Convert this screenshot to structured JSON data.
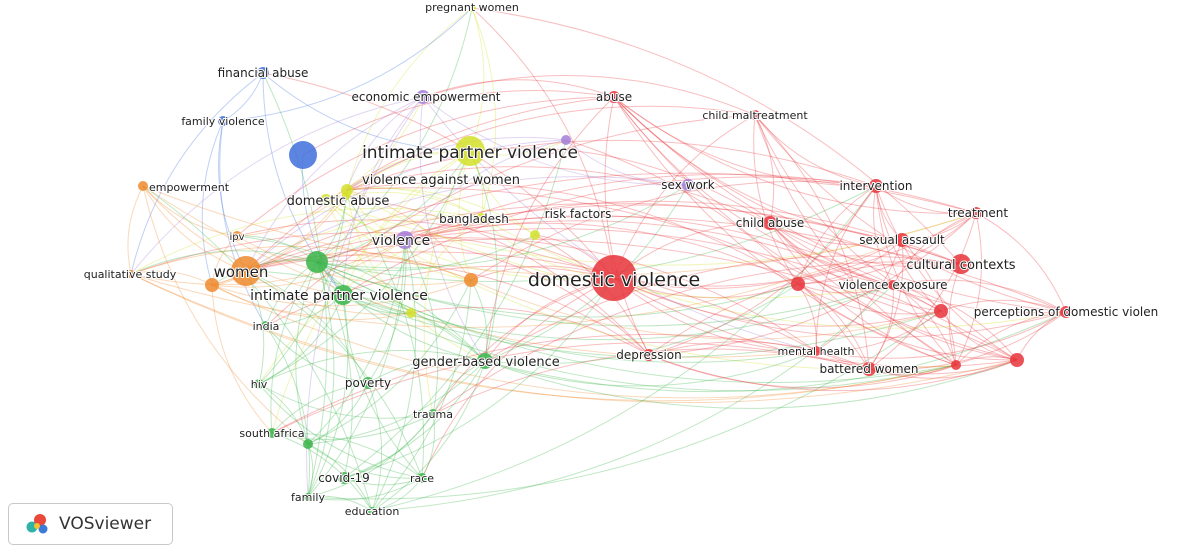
{
  "app": {
    "logo_text": "VOSviewer"
  },
  "clusters": {
    "red": "#e8343b",
    "green": "#38b449",
    "blue": "#3f6fdc",
    "yellow": "#d4e02a",
    "purple": "#a57ed8",
    "orange": "#ee8a2d"
  },
  "nodes": [
    {
      "id": "dv",
      "label": "domestic violence",
      "cluster": "red",
      "weight": 10
    },
    {
      "id": "ipv1",
      "label": "intimate partner violence",
      "cluster": "yellow",
      "weight": 7
    },
    {
      "id": "vaw",
      "label": "violence against women",
      "cluster": "yellow",
      "weight": 4
    },
    {
      "id": "da",
      "label": "domestic abuse",
      "cluster": "yellow",
      "weight": 4
    },
    {
      "id": "bang",
      "label": "bangladesh",
      "cluster": "yellow",
      "weight": 3
    },
    {
      "id": "risk",
      "label": "risk factors",
      "cluster": "yellow",
      "weight": 3
    },
    {
      "id": "preg",
      "label": "pregnant women",
      "cluster": "yellow",
      "weight": 2
    },
    {
      "id": "y1",
      "label": "",
      "cluster": "yellow",
      "weight": 2
    },
    {
      "id": "y2",
      "label": "",
      "cluster": "yellow",
      "weight": 2
    },
    {
      "id": "fin",
      "label": "financial abuse",
      "cluster": "blue",
      "weight": 3
    },
    {
      "id": "famv",
      "label": "family violence",
      "cluster": "blue",
      "weight": 2
    },
    {
      "id": "b1",
      "label": "",
      "cluster": "blue",
      "weight": 5
    },
    {
      "id": "econ",
      "label": "economic empowerment",
      "cluster": "purple",
      "weight": 3
    },
    {
      "id": "viol",
      "label": "violence",
      "cluster": "purple",
      "weight": 4
    },
    {
      "id": "sex",
      "label": "sex work",
      "cluster": "purple",
      "weight": 3
    },
    {
      "id": "p1",
      "label": "",
      "cluster": "purple",
      "weight": 2
    },
    {
      "id": "emp",
      "label": "empowerment",
      "cluster": "orange",
      "weight": 2
    },
    {
      "id": "ipv_o",
      "label": "ipv",
      "cluster": "orange",
      "weight": 2
    },
    {
      "id": "women",
      "label": "women",
      "cluster": "orange",
      "weight": 5
    },
    {
      "id": "qual",
      "label": "qualitative study",
      "cluster": "orange",
      "weight": 2
    },
    {
      "id": "o1",
      "label": "",
      "cluster": "orange",
      "weight": 3
    },
    {
      "id": "o2",
      "label": "",
      "cluster": "orange",
      "weight": 3
    },
    {
      "id": "ipv2",
      "label": "intimate partner violence",
      "cluster": "green",
      "weight": 4
    },
    {
      "id": "g1",
      "label": "",
      "cluster": "green",
      "weight": 5
    },
    {
      "id": "india",
      "label": "india",
      "cluster": "green",
      "weight": 2
    },
    {
      "id": "gbv",
      "label": "gender-based violence",
      "cluster": "green",
      "weight": 4
    },
    {
      "id": "hiv",
      "label": "hiv",
      "cluster": "green",
      "weight": 2
    },
    {
      "id": "pov",
      "label": "poverty",
      "cluster": "green",
      "weight": 3
    },
    {
      "id": "trauma",
      "label": "trauma",
      "cluster": "green",
      "weight": 2
    },
    {
      "id": "sa",
      "label": "south africa",
      "cluster": "green",
      "weight": 2
    },
    {
      "id": "g2",
      "label": "",
      "cluster": "green",
      "weight": 2
    },
    {
      "id": "covid",
      "label": "covid-19",
      "cluster": "green",
      "weight": 2
    },
    {
      "id": "race",
      "label": "race",
      "cluster": "green",
      "weight": 2
    },
    {
      "id": "family",
      "label": "family",
      "cluster": "green",
      "weight": 2
    },
    {
      "id": "edu",
      "label": "education",
      "cluster": "green",
      "weight": 2
    },
    {
      "id": "abuse",
      "label": "abuse",
      "cluster": "red",
      "weight": 3
    },
    {
      "id": "cm",
      "label": "child maltreatment",
      "cluster": "red",
      "weight": 2
    },
    {
      "id": "interv",
      "label": "intervention",
      "cluster": "red",
      "weight": 3
    },
    {
      "id": "treat",
      "label": "treatment",
      "cluster": "red",
      "weight": 3
    },
    {
      "id": "ca",
      "label": "child abuse",
      "cluster": "red",
      "weight": 3
    },
    {
      "id": "sexa",
      "label": "sexual assault",
      "cluster": "red",
      "weight": 3
    },
    {
      "id": "cc",
      "label": "cultural contexts",
      "cluster": "red",
      "weight": 4
    },
    {
      "id": "ve",
      "label": "violence exposure",
      "cluster": "red",
      "weight": 2
    },
    {
      "id": "pdv",
      "label": "perceptions of domestic violen",
      "cluster": "red",
      "weight": 3
    },
    {
      "id": "dep",
      "label": "depression",
      "cluster": "red",
      "weight": 3
    },
    {
      "id": "mh",
      "label": "mental health",
      "cluster": "red",
      "weight": 2
    },
    {
      "id": "bw",
      "label": "battered women",
      "cluster": "red",
      "weight": 3
    },
    {
      "id": "r1",
      "label": "",
      "cluster": "red",
      "weight": 3
    },
    {
      "id": "r2",
      "label": "",
      "cluster": "red",
      "weight": 3
    },
    {
      "id": "r3",
      "label": "",
      "cluster": "red",
      "weight": 3
    },
    {
      "id": "r4",
      "label": "",
      "cluster": "red",
      "weight": 2
    }
  ]
}
